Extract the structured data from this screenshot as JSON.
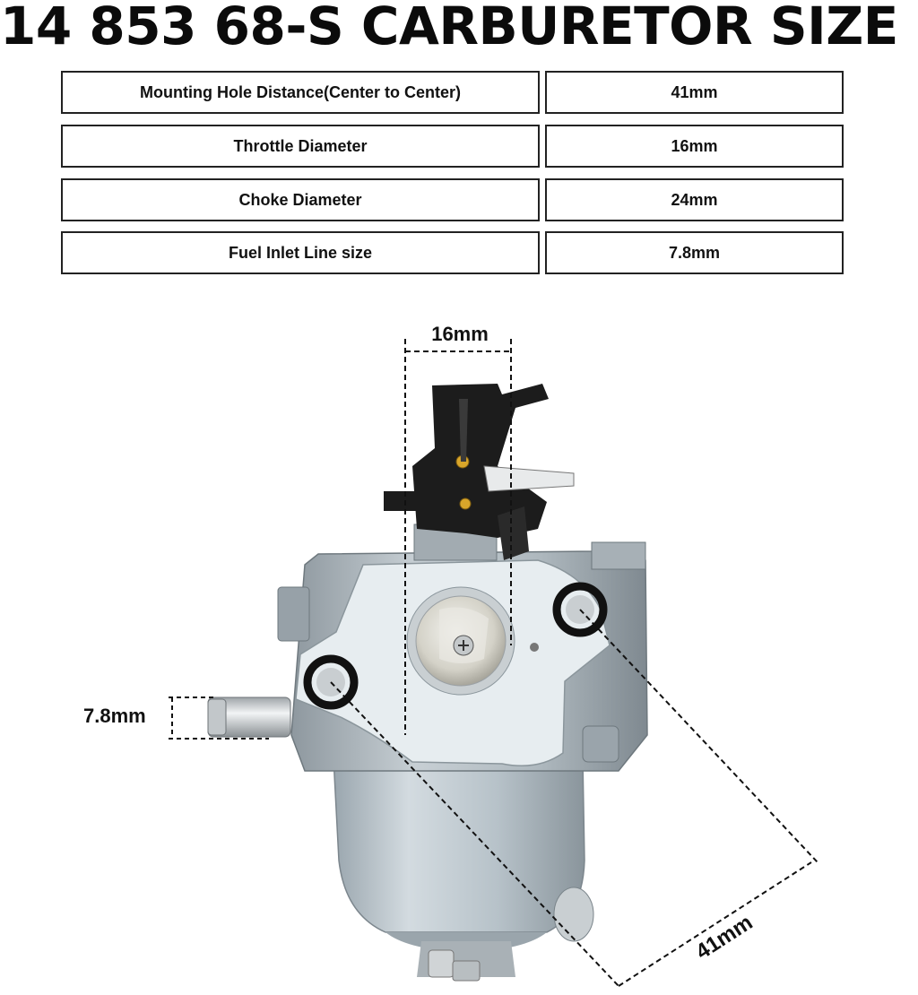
{
  "title": "14 853 68-S CARBURETOR SIZE",
  "specs": [
    {
      "label": "Mounting Hole Distance(Center to Center)",
      "value": "41mm"
    },
    {
      "label": "Throttle Diameter",
      "value": "16mm"
    },
    {
      "label": "Choke Diameter",
      "value": "24mm"
    },
    {
      "label": "Fuel Inlet Line size",
      "value": "7.8mm"
    }
  ],
  "dimensions": {
    "throttle": "16mm",
    "fuel_inlet": "7.8mm",
    "mounting_holes": "41mm"
  },
  "colors": {
    "body_metal": "#b9c2c8",
    "gasket": "#e6ecef",
    "lever_black": "#1b1b1b",
    "brass": "#d9a62a"
  }
}
